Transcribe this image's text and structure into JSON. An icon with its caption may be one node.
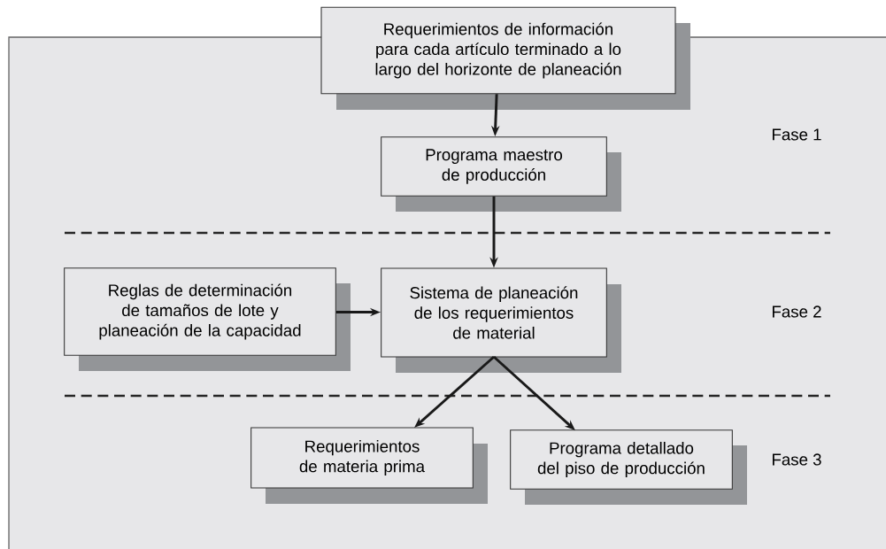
{
  "diagram": {
    "nodes": [
      {
        "text": [
          "Requerimientos de información para cada artículo terminado a lo largo del horizonte de planeación"
        ]
      },
      {
        "text": [
          "Programa maestro de producción"
        ]
      },
      {
        "text": [
          "Reglas de determinación de tamaños de lote y planeación de la capacidad"
        ]
      },
      {
        "text": [
          "Sistema de planeación de los requerimientos de material"
        ]
      },
      {
        "text": [
          "Requerimientos de materia prima"
        ]
      },
      {
        "text": [
          "Programa detallado del piso de producción"
        ]
      }
    ],
    "edges": [
      {
        "from": 0,
        "to": 1,
        "arrow": "to"
      },
      {
        "from": 1,
        "to": 3,
        "arrow": "to"
      },
      {
        "from": 2,
        "to": 3,
        "arrow": "to"
      },
      {
        "from": 3,
        "to": 4,
        "arrow": "to"
      },
      {
        "from": 3,
        "to": 5,
        "arrow": "to"
      }
    ],
    "labels": [
      "Fase 1",
      "Fase 2",
      "Fase 3"
    ]
  }
}
